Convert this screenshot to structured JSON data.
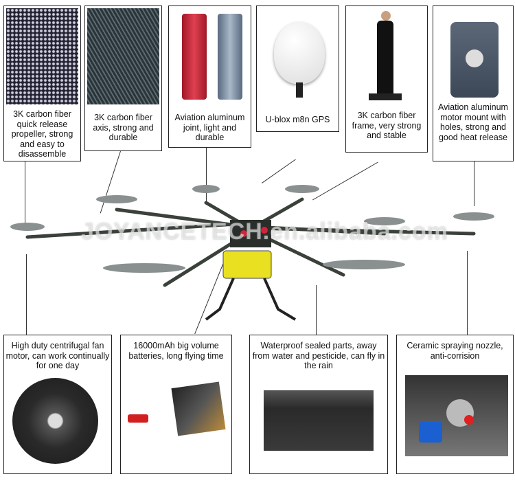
{
  "watermark": "JOYANCETECH.en.alibaba.com",
  "top_features": [
    {
      "caption": "3K carbon fiber quick release propeller, strong and easy to disassemble"
    },
    {
      "caption": "3K carbon fiber axis, strong and durable"
    },
    {
      "caption": "Aviation aluminum joint, light and durable"
    },
    {
      "caption": "U-blox m8n GPS"
    },
    {
      "caption": "3K carbon fiber frame, very strong and stable"
    },
    {
      "caption": "Aviation aluminum motor mount with holes, strong and good heat release"
    }
  ],
  "bottom_features": [
    {
      "caption": "High duty centrifugal fan motor, can work continually for one day"
    },
    {
      "caption": "16000mAh big volume batteries, long flying time"
    },
    {
      "caption": "Waterproof sealed parts, away from water and pesticide, can fly in the rain"
    },
    {
      "caption": "Ceramic spraying nozzle, anti-corrision"
    }
  ],
  "colors": {
    "tank": "#e8e020",
    "joint_red": "#d0243a",
    "frame": "#3a403a"
  }
}
